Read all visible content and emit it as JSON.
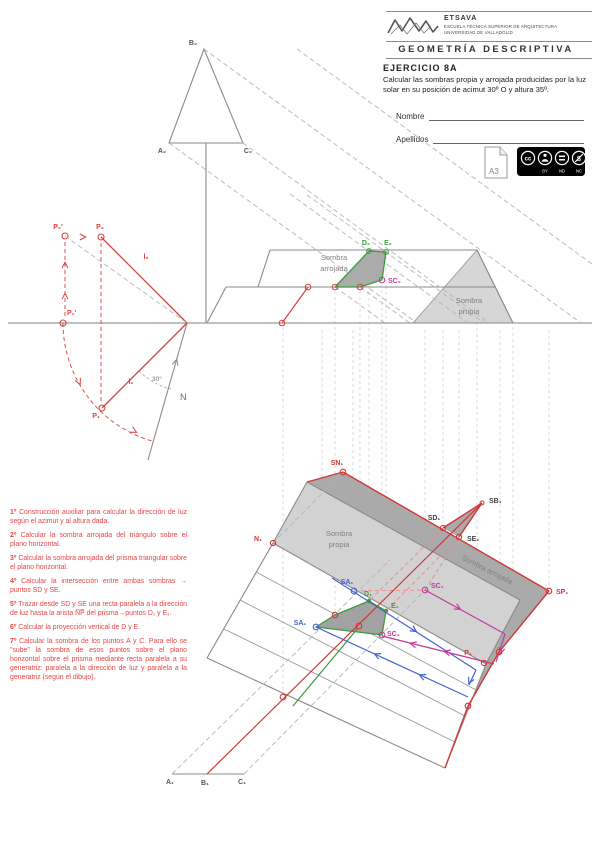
{
  "header": {
    "school_acronym": "ETSAVA",
    "school_name": "ESCUELA TÉCNICA SUPERIOR DE ARQUITECTURA",
    "university": "UNIVERSIDAD DE VALLADOLID",
    "course_title": "GEOMETRÍA DESCRIPTIVA",
    "exercise_code": "EJERCICIO 8A",
    "statement": "Calcular las sombras propia y arrojada producidas por la luz solar en su posición de acimut 30º O y altura 35º.",
    "name_label": "Nombre",
    "surname_label": "Apellidos",
    "paper_size": "A3",
    "license": {
      "cc": "cc",
      "by": "BY",
      "nd": "ND",
      "nc": "NC"
    }
  },
  "instructions": [
    {
      "n": "1º",
      "t": "Construcción auxiliar para calcular la dirección de luz según el azimut y al altura dada."
    },
    {
      "n": "2º",
      "t": "Calcular la sombra arrojada del triángulo sobre el plano horizontal."
    },
    {
      "n": "3º",
      "t": "Calcular la sombra arrojada del prisma triangular sobre el plano horizontal."
    },
    {
      "n": "4º",
      "t": "Calcular la intersección entre ambas sombras → puntos SD y SE."
    },
    {
      "n": "5º",
      "t": "Trazar desde SD y SE una recta paralela a la dirección de luz hasta la arista N̅P̅ del prisma→puntos D₁ y E₁."
    },
    {
      "n": "6º",
      "t": "Calcular la proyección vertical de D y E."
    },
    {
      "n": "7º",
      "t": "Calcular la sombra de los puntos A y C. Para ello se \"sube\" la sombra de esos puntos sobre el plano horizontal sobre el prisma mediante recta paralela a su generatriz: paralela a la dirección de luz y paralela a la generatriz (según el dibujo)."
    }
  ],
  "elevation": {
    "labels": {
      "B2": "B₂",
      "A2": "A₂",
      "C2": "C₂",
      "D2": "D₂",
      "E2": "E₂",
      "SC2": "SC₂",
      "sombra_arrojada_line1": "Sombra",
      "sombra_arrojada_line2": "arrojada",
      "sombra_propia_line1": "Sombra",
      "sombra_propia_line2": "propia"
    }
  },
  "aux": {
    "labels": {
      "P2_rot": "P₂'",
      "P2": "P₂",
      "P1_rot": "P₁'",
      "P1": "P₁",
      "l2": "l₂",
      "l1": "l₁",
      "angle": "30°",
      "north": "N"
    }
  },
  "plan": {
    "labels": {
      "SN1": "SN₁",
      "SB1": "SB₁",
      "SD1": "SD₁",
      "SE1": "SE₁",
      "N1": "N₁",
      "P1": "P₁",
      "SP1": "SP₁",
      "SA1_ridge": "SA₁",
      "SA1_slope": "SA₁",
      "SC1_ridge": "SC₁",
      "SC1_slope": "SC₁",
      "D1": "D₁",
      "E1": "E₁",
      "A1": "A₁",
      "B1": "B₁",
      "C1": "C₁",
      "sombra_propia_line1": "Sombra",
      "sombra_propia_line2": "propia",
      "sombra_arrojada": "Sombra arrojada"
    }
  },
  "colors": {
    "red": "#d94040",
    "text_red": "#e84545",
    "green": "#3d9c3d",
    "blue": "#4464cc",
    "magenta": "#c2399e",
    "salmon": "#ef8585",
    "gray_line": "#8a8a8a",
    "shadow_dark": "#aaaaaa",
    "shadow_light": "#d2d2d2"
  }
}
